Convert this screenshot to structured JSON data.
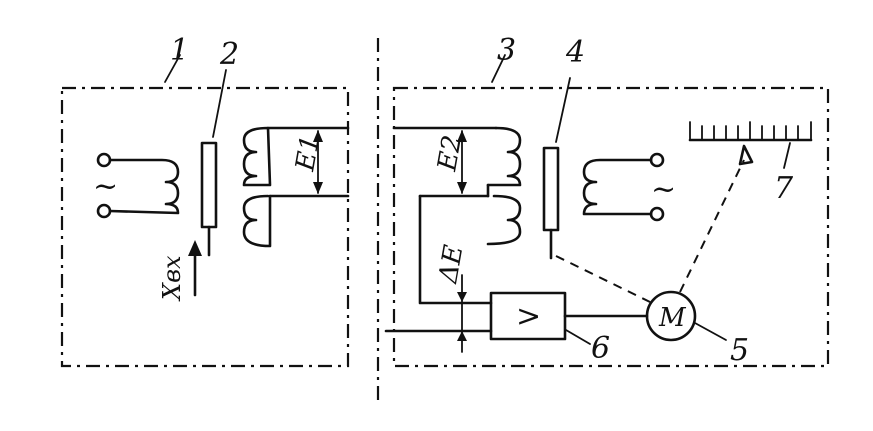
{
  "labels": {
    "block1": "1",
    "block2": "2",
    "block3": "3",
    "block4": "4",
    "block5": "5",
    "block6": "6",
    "block7": "7",
    "e1": "E1",
    "e2": "E2",
    "delta_e": "ΔE",
    "x_in": "Xвх",
    "motor": "M",
    "amplifier": ">",
    "ac_left": "~",
    "ac_right": "~"
  }
}
